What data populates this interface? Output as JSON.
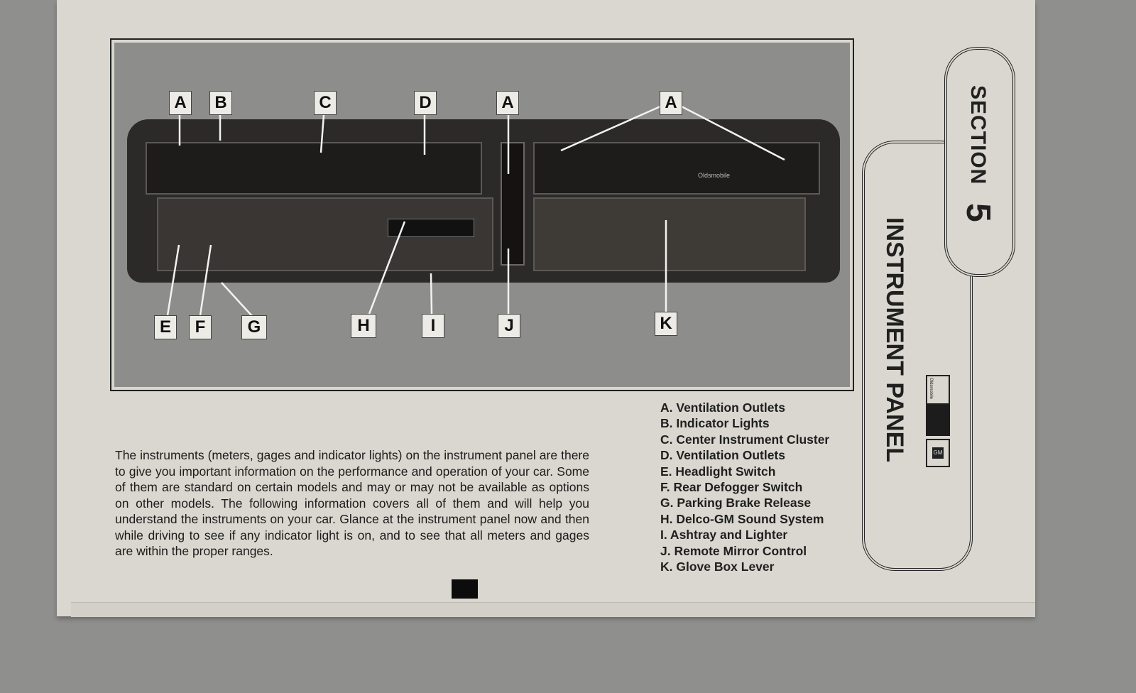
{
  "figure": {
    "callouts_top": [
      "A",
      "B",
      "C",
      "D",
      "A",
      "A"
    ],
    "callouts_bottom": [
      "E",
      "F",
      "G",
      "H",
      "I",
      "J",
      "K"
    ],
    "brand_badge": "Oldsmobile"
  },
  "legend": [
    "A. Ventilation Outlets",
    "B. Indicator Lights",
    "C. Center Instrument Cluster",
    "D. Ventilation Outlets",
    "E. Headlight Switch",
    "F. Rear Defogger Switch",
    "G. Parking Brake Release",
    "H. Delco-GM Sound System",
    "I.  Ashtray and Lighter",
    "J.  Remote Mirror Control",
    "K. Glove Box Lever"
  ],
  "body_text": "The instruments (meters, gages and indicator lights) on the instrument panel are there to give you important information on the performance and operation of your car. Some of them are standard on certain models and may or may not be available as options on other models. The following information covers all of them and will help you understand the instruments on your car. Glance at the instrument panel now and then while driving to see if any indicator light is on, and to see that all meters and gages are within the proper ranges.",
  "tab": {
    "section_label": "SECTION",
    "section_number": "5",
    "title": "INSTRUMENT PANEL",
    "logo_oldsmobile": "Oldsmobile",
    "logo_gm": "GM"
  }
}
